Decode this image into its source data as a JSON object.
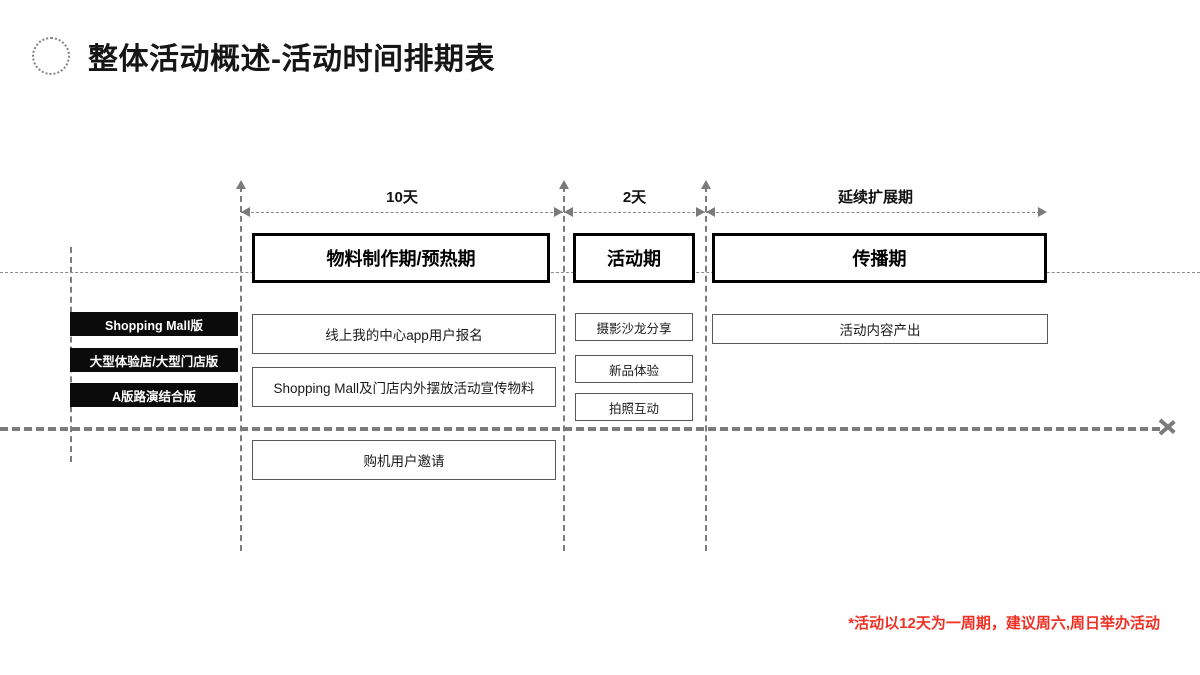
{
  "slide": {
    "title": "整体活动概述-活动时间排期表",
    "bullet_icon": "dotted-circle-icon",
    "background": "#ffffff"
  },
  "durations": [
    {
      "id": "prep",
      "label": "10天"
    },
    {
      "id": "event",
      "label": "2天"
    },
    {
      "id": "extend",
      "label": "延续扩展期"
    }
  ],
  "phases": [
    {
      "id": "prep",
      "label": "物料制作期/预热期"
    },
    {
      "id": "event",
      "label": "活动期"
    },
    {
      "id": "spread",
      "label": "传播期"
    }
  ],
  "version_tags": [
    {
      "id": "mall",
      "label": "Shopping Mall版"
    },
    {
      "id": "store",
      "label": "大型体验店/大型门店版"
    },
    {
      "id": "roads",
      "label": "A版路演结合版"
    }
  ],
  "tasks": {
    "prep_above": [
      {
        "id": "signup",
        "label": "线上我的中心app用户报名"
      },
      {
        "id": "material",
        "label": "Shopping Mall及门店内外摆放活动宣传物料"
      }
    ],
    "prep_below": [
      {
        "id": "invite",
        "label": "购机用户邀请"
      }
    ],
    "event_above": [
      {
        "id": "salon",
        "label": "摄影沙龙分享"
      },
      {
        "id": "newprod",
        "label": "新品体验"
      },
      {
        "id": "photo",
        "label": "拍照互动"
      }
    ],
    "spread_above": [
      {
        "id": "content",
        "label": "活动内容产出"
      }
    ]
  },
  "footnote": {
    "text": "*活动以12天为一周期，建议周六,周日举办活动",
    "color": "#ee3124"
  },
  "axis": {
    "arrow_icon": "right-arrow-icon"
  }
}
